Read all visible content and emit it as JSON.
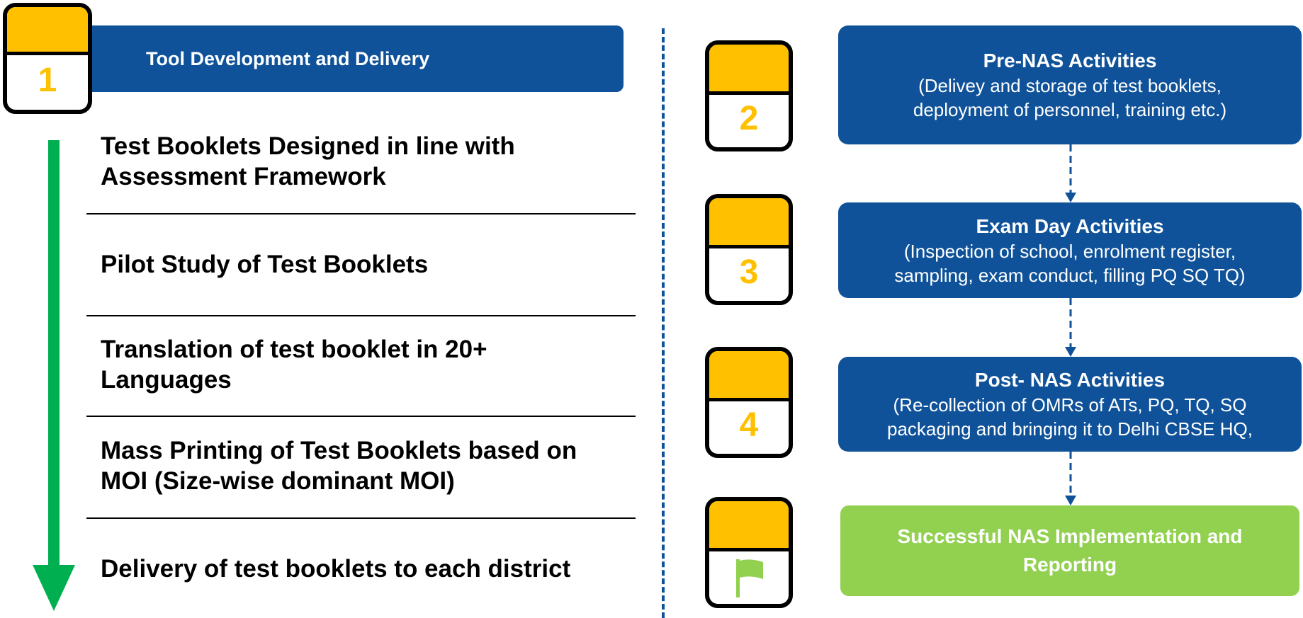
{
  "left": {
    "badge_number": "1",
    "header": "Tool Development and Delivery",
    "steps": [
      "Test Booklets Designed in line with Assessment Framework",
      "Pilot Study of Test Booklets",
      "Translation of test booklet in 20+ Languages",
      "Mass Printing of Test Booklets based on MOI (Size-wise dominant MOI)",
      "Delivery of test booklets to each district"
    ]
  },
  "right": {
    "boxes": [
      {
        "number": "2",
        "title": "Pre-NAS Activities",
        "line1": "(Delivey and storage of test booklets,",
        "line2": "deployment of personnel, training etc.)"
      },
      {
        "number": "3",
        "title": "Exam Day Activities",
        "line1": "(Inspection of school, enrolment register,",
        "line2": "sampling, exam conduct, filling PQ SQ TQ)"
      },
      {
        "number": "4",
        "title": "Post- NAS Activities",
        "line1": "(Re-collection of OMRs of ATs, PQ, TQ, SQ",
        "line2": "packaging and bringing it to Delhi CBSE HQ,"
      }
    ],
    "final": "Successful NAS Implementation and Reporting",
    "final_icon": "flag-icon"
  },
  "colors": {
    "primary_blue": "#0F5299",
    "badge_yellow": "#FFC000",
    "arrow_green": "#00B050",
    "final_green": "#92D050"
  }
}
